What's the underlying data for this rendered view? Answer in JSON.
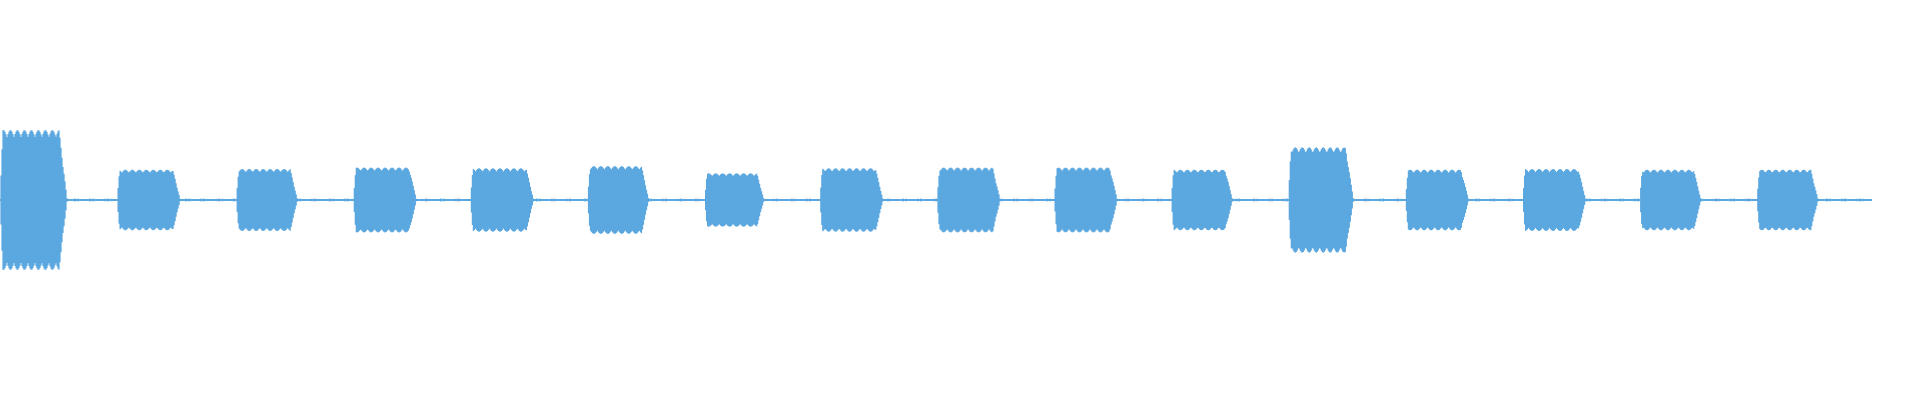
{
  "waveform": {
    "color": "#5ba7df",
    "bursts": [
      {
        "start": 0.0,
        "end": 0.035,
        "amplitude": 0.97
      },
      {
        "start": 0.061,
        "end": 0.094,
        "amplitude": 0.42
      },
      {
        "start": 0.123,
        "end": 0.155,
        "amplitude": 0.43
      },
      {
        "start": 0.184,
        "end": 0.217,
        "amplitude": 0.45
      },
      {
        "start": 0.245,
        "end": 0.278,
        "amplitude": 0.44
      },
      {
        "start": 0.306,
        "end": 0.338,
        "amplitude": 0.47
      },
      {
        "start": 0.367,
        "end": 0.398,
        "amplitude": 0.37
      },
      {
        "start": 0.427,
        "end": 0.46,
        "amplitude": 0.44
      },
      {
        "start": 0.488,
        "end": 0.521,
        "amplitude": 0.45
      },
      {
        "start": 0.549,
        "end": 0.582,
        "amplitude": 0.45
      },
      {
        "start": 0.61,
        "end": 0.642,
        "amplitude": 0.42
      },
      {
        "start": 0.671,
        "end": 0.705,
        "amplitude": 0.73
      },
      {
        "start": 0.732,
        "end": 0.765,
        "amplitude": 0.42
      },
      {
        "start": 0.793,
        "end": 0.826,
        "amplitude": 0.43
      },
      {
        "start": 0.854,
        "end": 0.886,
        "amplitude": 0.42
      },
      {
        "start": 0.915,
        "end": 0.947,
        "amplitude": 0.42
      }
    ],
    "end": 0.975,
    "baseline_amplitude": 0.025
  }
}
